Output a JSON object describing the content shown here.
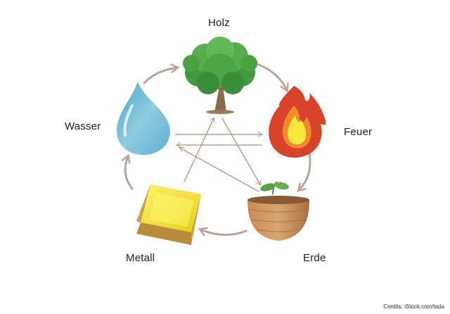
{
  "elements": {
    "holz": "Holz",
    "feuer": "Feuer",
    "erde": "Erde",
    "metall": "Metall",
    "wasser": "Wasser"
  },
  "credits": "Credits: iStock.com/tada",
  "colors": {
    "arrow": "#b09485",
    "tree": "#4fa64a",
    "fire": "#d8442a",
    "fire_core": "#f3e033",
    "water": "#6fb8d3",
    "gold": "#e8d020",
    "pot": "#b9804e"
  }
}
